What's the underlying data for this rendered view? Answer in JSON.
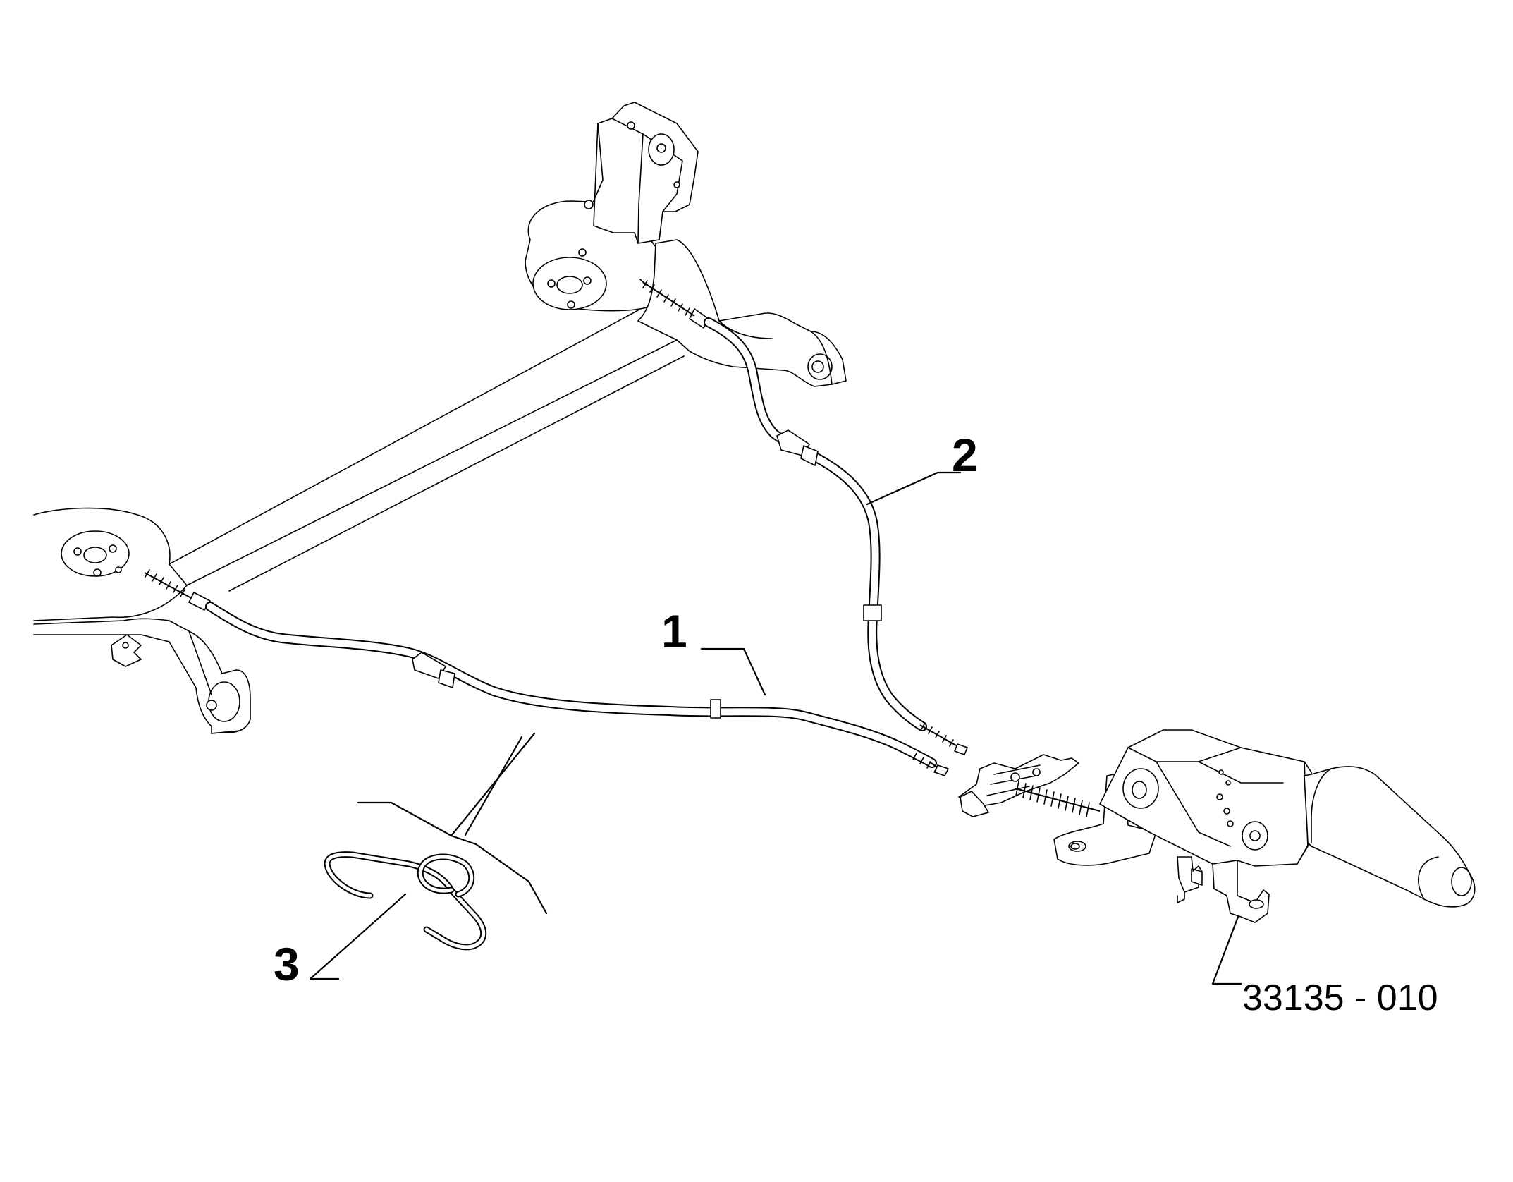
{
  "callouts": {
    "c1": "1",
    "c2": "2",
    "c3": "3"
  },
  "reference_code": "33135 - 010",
  "colors": {
    "line": "#000000",
    "background": "#ffffff"
  }
}
